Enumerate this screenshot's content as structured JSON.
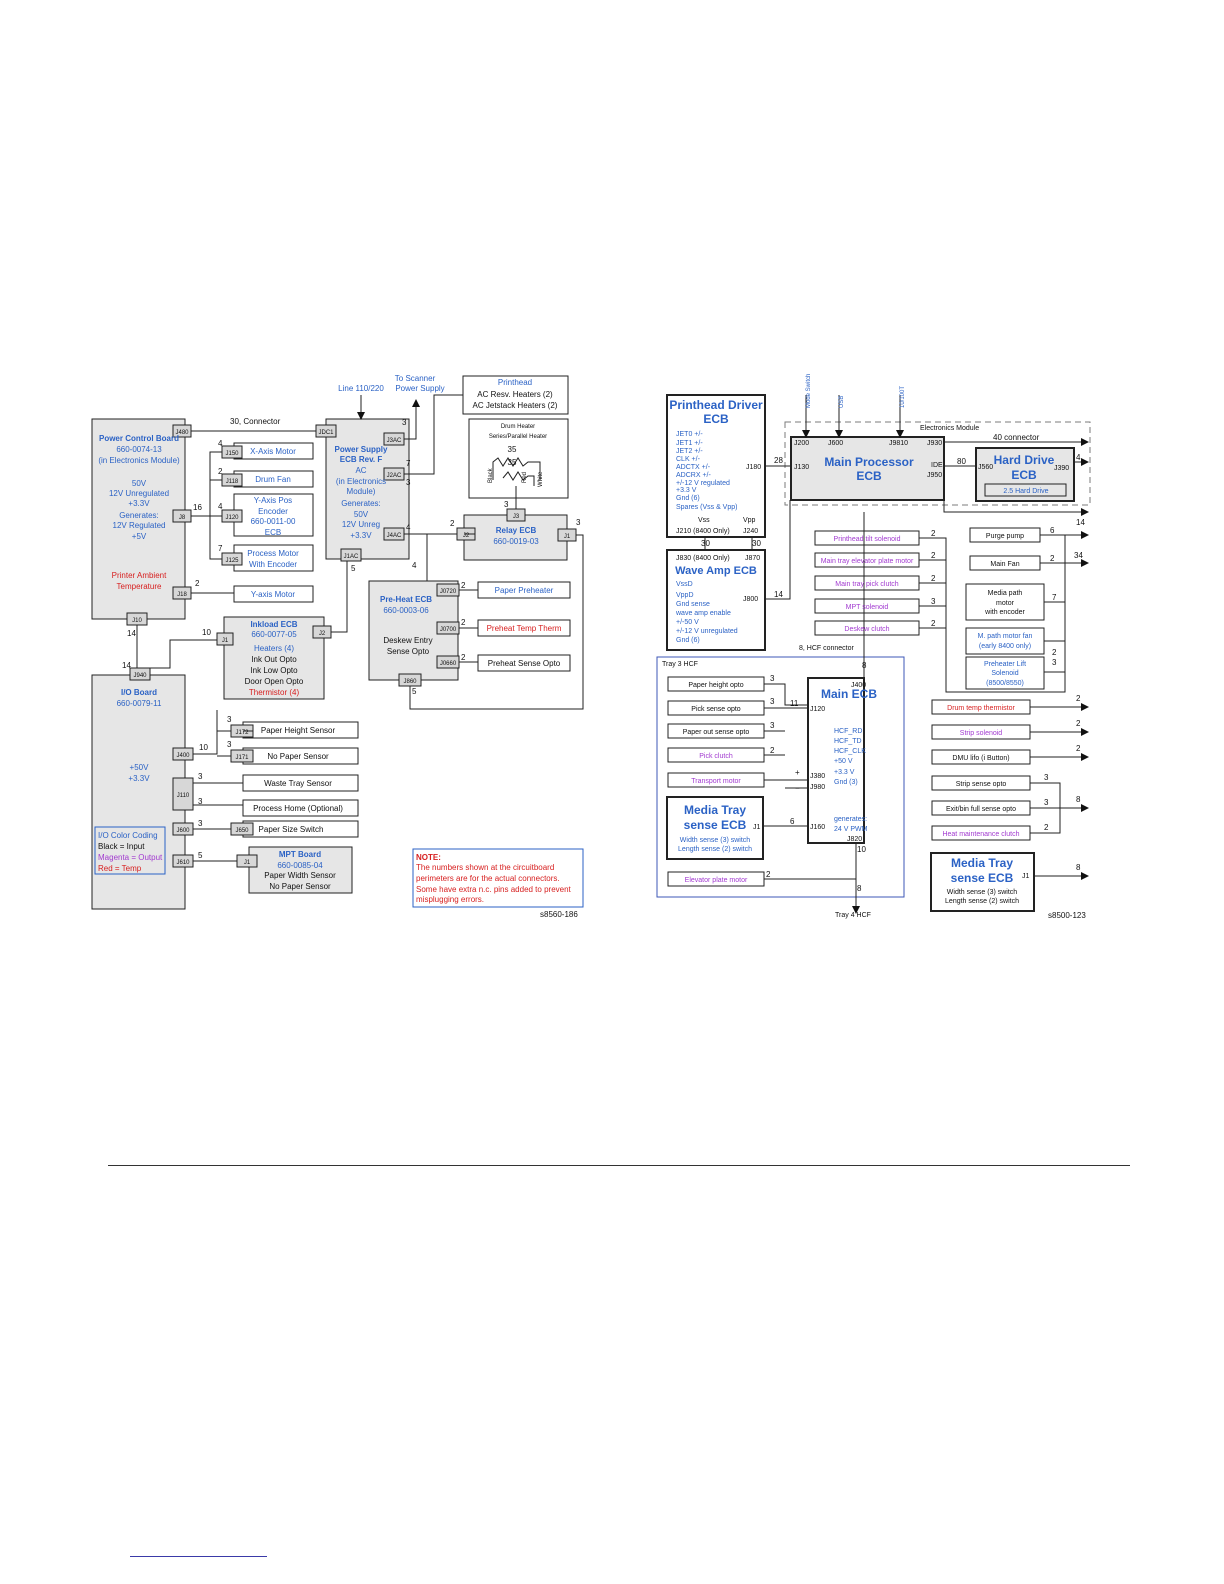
{
  "left": {
    "power_control_board": [
      "Power Control Board",
      "660-0074-13",
      "(in Electronics Module)",
      "50V",
      "12V Unregulated",
      "+3.3V",
      "Generates:",
      "12V Regulated",
      "+5V"
    ],
    "printer_ambient": [
      "Printer Ambient",
      "Temperature"
    ],
    "power_supply": [
      "Power Supply",
      "ECB Rev. F",
      "AC",
      "(in Electronics",
      "Module)",
      "Generates:",
      "50V",
      "12V Unreg",
      "+3.3V"
    ],
    "line_label": "Line 110/220",
    "scanner_label": [
      "To Scanner",
      "Power Supply"
    ],
    "printhead_box": [
      "Printhead",
      "AC Resv. Heaters (2)",
      "AC Jetstack Heaters (2)"
    ],
    "drum_heater": [
      "Drum Heater",
      "Series/Parallel Heater"
    ],
    "drum_values": [
      "35",
      "35"
    ],
    "wire_labels": [
      "Black",
      "Red",
      "White"
    ],
    "connector_label": "30, Connector",
    "x_motor": "X-Axis Motor",
    "drum_fan": "Drum Fan",
    "y_encoder": [
      "Y-Axis Pos",
      "Encoder",
      "660-0011-00",
      "ECB"
    ],
    "process_motor": [
      "Process Motor",
      "With Encoder"
    ],
    "y_motor": "Y-axis Motor",
    "relay": [
      "Relay ECB",
      "660-0019-03"
    ],
    "paper_preheater": "Paper Preheater",
    "preheat_therm": "Preheat Temp Therm",
    "preheat_sense": "Preheat Sense Opto",
    "preheat_ecb": [
      "Pre-Heat ECB",
      "660-0003-06"
    ],
    "deskew": [
      "Deskew Entry",
      "Sense Opto"
    ],
    "inkload": [
      "Inkload ECB",
      "660-0077-05",
      "Heaters (4)",
      "Ink Out Opto",
      "Ink Low Opto",
      "Door Open Opto"
    ],
    "thermistor": "Thermistor (4)",
    "io_board": [
      "I/O Board",
      "660-0079-11",
      "+50V",
      "+3.3V"
    ],
    "paper_height": "Paper Height Sensor",
    "no_paper": "No Paper Sensor",
    "waste_tray": "Waste Tray Sensor",
    "process_home": "Process Home (Optional)",
    "paper_size": "Paper Size Switch",
    "mpt": [
      "MPT Board",
      "660-0085-04",
      "Paper Width Sensor",
      "No Paper Sensor"
    ],
    "legend": {
      "title": "I/O Color Coding",
      "black": "Black = Input",
      "magenta": "Magenta = Output",
      "red": "Red = Temp"
    },
    "note": [
      "NOTE:",
      "The numbers shown at the circuitboard",
      "perimeters are for the actual connectors.",
      "Some have extra n.c. pins added to prevent",
      "misplugging errors."
    ],
    "figure_id": "s8560-186",
    "connectors": {
      "j480": "J480",
      "jdc1": "JDC1",
      "j3ac": "J3AC",
      "j2ac": "J2AC",
      "j4ac": "J4AC",
      "j1ac": "J1AC",
      "j150": "J150",
      "j118": "J118",
      "j120": "J120",
      "j125": "J125",
      "j8": "J8",
      "j18": "J18",
      "j10": "J10",
      "j940": "J940",
      "j1_ink": "J1",
      "j2_ink": "J2",
      "j2_relay": "J2",
      "j3": "J3",
      "j1_relay": "J1",
      "j0720": "J0720",
      "j0700": "J0700",
      "j0660": "J0660",
      "j860": "J860",
      "j400": "J400",
      "j172": "J172",
      "j171": "J171",
      "j110": "J110",
      "j600": "J600",
      "j650": "J650",
      "j610": "J610",
      "j1_mpt": "J1"
    },
    "counts": {
      "n3a": "3",
      "n7": "7",
      "n3b": "3",
      "n4a": "4",
      "n2a": "2",
      "n4b": "4",
      "n7b": "7",
      "n16": "16",
      "n2b": "2",
      "n14a": "14",
      "n14b": "14",
      "n10a": "10",
      "n5a": "5",
      "n4c": "4",
      "n2c": "2",
      "n3c": "3",
      "n4d": "4",
      "n2d": "2",
      "n2e": "2",
      "n2f": "2",
      "n5b": "5",
      "n10b": "10",
      "n3d": "3",
      "n3e": "3",
      "n3f": "3",
      "n3g": "3",
      "n3h": "3",
      "n5c": "5",
      "n3i": "3"
    }
  },
  "right": {
    "printhead_driver": [
      "Printhead Driver",
      "ECB"
    ],
    "ph_signals": [
      "JET0 +/-",
      "JET1 +/-",
      "JET2 +/-",
      "CLK +/-",
      "ADCTX +/-",
      "ADCRX +/-",
      "+/-12 V regulated",
      "+3.3 V",
      "Gnd (6)",
      "Spares (Vss & Vpp)"
    ],
    "vss_vpp": [
      "Vss",
      "Vpp"
    ],
    "j210": "J210 (8400 Only)",
    "j240": "J240",
    "j180": "J180",
    "wave_amp": "Wave Amp ECB",
    "wave_signals": [
      "VssD",
      "VppD",
      "Gnd sense",
      "wave amp enable",
      "+/-50 V",
      "+/-12 V unregulated",
      "Gnd (6)"
    ],
    "j830": "J830 (8400 Only)",
    "j870": "J870",
    "j800": "J800",
    "top_labels": [
      "Mode Switch",
      "USB",
      "10/100T"
    ],
    "electronics_module": "Electronics Module",
    "main_proc": [
      "Main Processor",
      "ECB"
    ],
    "mp_conn": [
      "J200",
      "J600",
      "J9810",
      "J930",
      "J130",
      "IDE",
      "J950"
    ],
    "forty_conn": "40 connector",
    "hard_drive": [
      "Hard Drive",
      "ECB"
    ],
    "hard_drive_sub": "2.5 Hard Drive",
    "j560": "J560",
    "j390": "J390",
    "solenoids": [
      "Printhead tilt solenoid",
      "Main tray elevator plate motor",
      "Main tray pick clutch",
      "MPT solenoid",
      "Deskew clutch"
    ],
    "purge_pump": "Purge pump",
    "main_fan": "Main Fan",
    "media_path": [
      "Media path",
      "motor",
      "with encoder"
    ],
    "path_fan": [
      "M. path motor fan",
      "(early 8400 only)"
    ],
    "preheater_lift": [
      "Preheater Lift",
      "Solenoid",
      "(8500/8550)"
    ],
    "hcf_connector": "8, HCF connector",
    "tray3": "Tray 3 HCF",
    "tray3_items": [
      "Paper height opto",
      "Pick sense opto",
      "Paper out sense opto"
    ],
    "pick_clutch": "Pick clutch",
    "transport_motor": "Transport motor",
    "main_ecb": "Main ECB",
    "main_ecb_conn": [
      "J400",
      "J120",
      "J380",
      "J980",
      "J160",
      "J820"
    ],
    "hcf_signals": [
      "HCF_RD",
      "HCF_TD",
      "HCF_CLK",
      "+50 V",
      "+3.3 V",
      "Gnd (3)"
    ],
    "generates": [
      "generates:",
      "24 V PWM"
    ],
    "media_tray": [
      "Media Tray",
      "sense ECB"
    ],
    "media_sub": [
      "Width sense (3) switch",
      "Length sense (2) switch"
    ],
    "elevator_motor": "Elevator plate motor",
    "tray4": "Tray 4 HCF",
    "drum_therm": "Drum temp thermistor",
    "strip_solenoid": "Strip solenoid",
    "dmu": "DMU lifo (i Button)",
    "strip_opto": "Strip sense opto",
    "exit_opto": "Exit/bin full sense opto",
    "heat_clutch": "Heat maintenance clutch",
    "media_tray2": [
      "Media Tray",
      "sense ECB"
    ],
    "media_sub2": [
      "Width sense (3) switch",
      "Length sense (2) switch"
    ],
    "j1a": "J1",
    "j1b": "J1",
    "figure_id": "s8500-123",
    "counts": {
      "n28": "28",
      "n30a": "30",
      "n30b": "30",
      "n14a": "14",
      "n80": "80",
      "n4": "4",
      "n14b": "14",
      "n2a": "2",
      "n2b": "2",
      "n2c": "2",
      "n3a": "3",
      "n2d": "2",
      "n6": "6",
      "n34": "34",
      "n2e": "2",
      "n7": "7",
      "n2f": "2",
      "n3b": "3",
      "n8a": "8",
      "n3c": "3",
      "n11": "11",
      "n3d": "3",
      "n3e": "3",
      "n2g": "2",
      "n_plus": "+",
      "n_minus": "−",
      "n6b": "6",
      "n2h": "2",
      "n10": "10",
      "n8b": "8",
      "n2i": "2",
      "n2j": "2",
      "n2k": "2",
      "n3f": "3",
      "n3g": "3",
      "n8c": "8",
      "n2l": "2",
      "n8d": "8"
    }
  },
  "colors": {
    "blue": "#2b62c5",
    "magenta": "#a23ad0",
    "red": "#d72020",
    "box_fill": "#e6e6e6",
    "connector_fill": "#d7d7d7",
    "frame_blue": "#3d57b7",
    "dash": "#7b7b7b"
  }
}
